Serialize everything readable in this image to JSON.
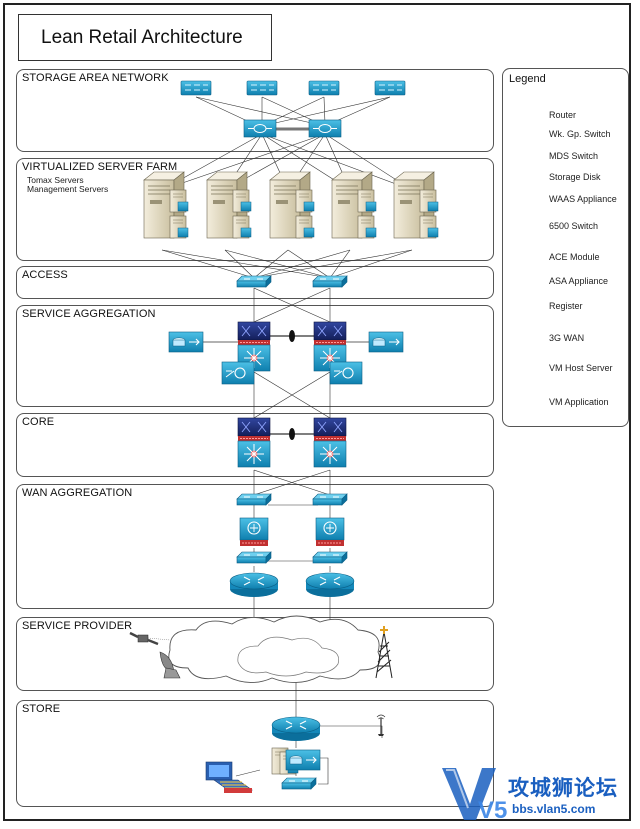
{
  "title": "Lean Retail Architecture",
  "sections": {
    "san": "STORAGE AREA NETWORK",
    "server_farm": "VIRTUALIZED SERVER FARM",
    "server_farm_notes": [
      "Tomax Servers",
      "Management Servers"
    ],
    "access": "ACCESS",
    "service_aggregation": "SERVICE AGGREGATION",
    "core": "CORE",
    "wan_aggregation": "WAN AGGREGATION",
    "service_provider": "SERVICE PROVIDER",
    "store": "STORE"
  },
  "legend": {
    "title": "Legend",
    "items": [
      {
        "label": "Router",
        "icon": "router-icon"
      },
      {
        "label": "Wk. Gp. Switch",
        "icon": "workgroup-switch-icon"
      },
      {
        "label": "MDS Switch",
        "icon": "mds-switch-icon"
      },
      {
        "label": "Storage Disk",
        "icon": "storage-disk-icon"
      },
      {
        "label": "WAAS Appliance",
        "icon": "waas-appliance-icon"
      },
      {
        "label": "6500 Switch",
        "icon": "switch-6500-icon"
      },
      {
        "label": "ACE Module",
        "icon": "ace-module-icon"
      },
      {
        "label": "ASA Appliance",
        "icon": "asa-appliance-icon"
      },
      {
        "label": "Register",
        "icon": "register-icon"
      },
      {
        "label": "3G WAN",
        "icon": "wan-3g-icon"
      },
      {
        "label": "VM Host Server",
        "icon": "vm-host-server-icon"
      },
      {
        "label": "VM Application",
        "icon": "vm-application-icon"
      }
    ]
  },
  "watermark": {
    "text": "攻城狮论坛",
    "url": "bbs.vlan5.com",
    "logo_text": "V5"
  },
  "colors": {
    "device_blue": "#1a9cc8",
    "device_dark": "#0b5f86",
    "navy": "#1c2b6e",
    "red_accent": "#d23b3b",
    "server_beige": "#e8e0c8",
    "brand_blue": "#1a5fc0"
  }
}
